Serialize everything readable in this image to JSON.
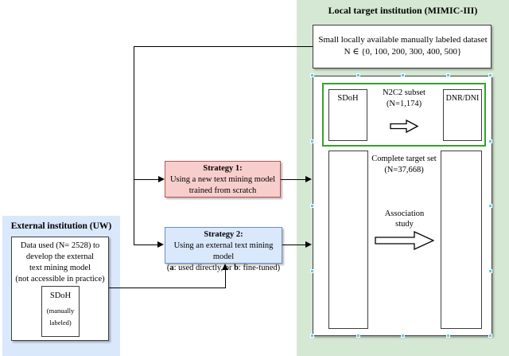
{
  "right_panel": {
    "title": "Local target institution (MIMIC-III)",
    "small_dataset_box": {
      "line1": "Small locally available manually labeled dataset",
      "line2": "N ∈ {0, 100, 200, 300, 400, 500}"
    },
    "n2c2_section": {
      "sdoh_label": "SDoH",
      "subset_line1": "N2C2 subset",
      "subset_line2": "(N=1,174)",
      "dnr_label": "DNR/DNI"
    },
    "complete_section": {
      "line1": "Complete target set",
      "line2": "(N=37,668)",
      "association_line1": "Association",
      "association_line2": "study"
    }
  },
  "left_panel": {
    "title": "External institution (UW)",
    "data_box": {
      "line1": "Data used (N= 2528) to",
      "line2": "develop the external",
      "line3": "text mining model",
      "line4": "(not accessible in practice)"
    },
    "sdoh_box": {
      "title": "SDoH",
      "sub1": "(manually",
      "sub2": "labeled)"
    }
  },
  "strategy1": {
    "title": "Strategy 1:",
    "line1": "Using a new text mining model",
    "line2": "trained from scratch"
  },
  "strategy2": {
    "title": "Strategy 2:",
    "line1": "Using an external text mining model",
    "line2_open": "(",
    "line2_a": "a",
    "line2_mid": ": used directly, or ",
    "line2_b": "b",
    "line2_close": ": fine-tuned)"
  },
  "colors": {
    "green_panel_bg": "#d5e8d4",
    "blue_panel_bg": "#dae8fc",
    "strategy1_fill": "#f8cecc",
    "strategy1_border": "#b85450",
    "strategy2_fill": "#dae8fc",
    "strategy2_border": "#6c8ebf",
    "n2c2_subset_border": "#36a12e",
    "box_border": "#3d3d3d",
    "selection_handle": "#5ec6ef"
  }
}
